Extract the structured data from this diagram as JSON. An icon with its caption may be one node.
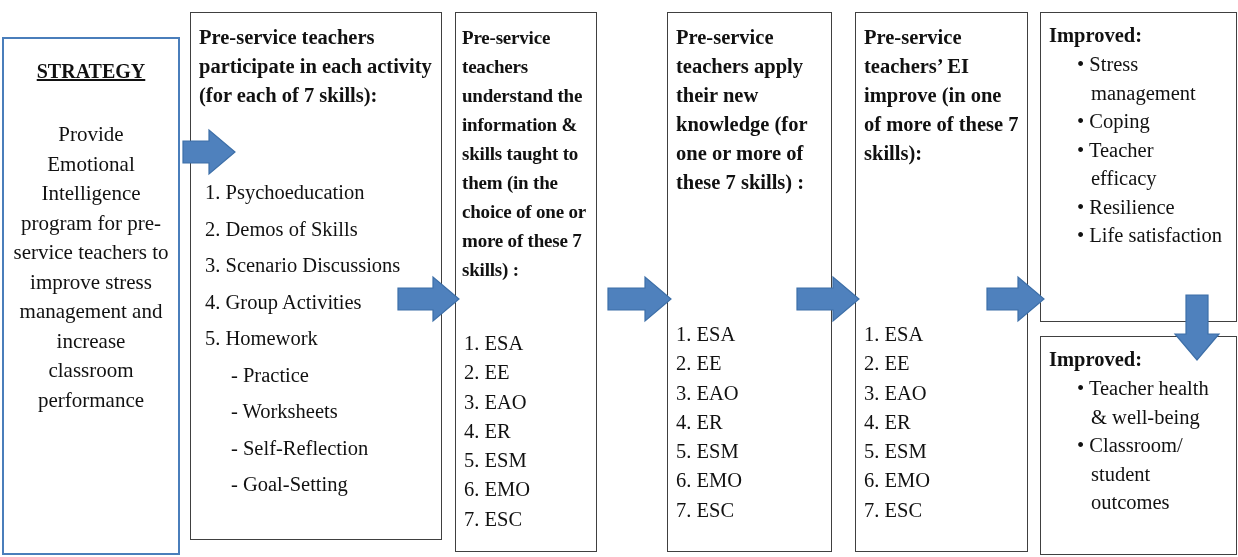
{
  "diagram": {
    "nodes": [
      {
        "text": [
          "STRATEGY",
          "Provide Emotional Intelligence program for pre-service teachers to improve stress management and increase classroom performance"
        ]
      },
      {
        "text": [
          "Pre-service teachers participate in each activity (for each of 7 skills):",
          "1. Psychoeducation",
          "2. Demos of Skills",
          "3. Scenario Discussions",
          "4. Group Activities",
          "5. Homework",
          "- Practice",
          "- Worksheets",
          "- Self-Reflection",
          "- Goal-Setting"
        ]
      },
      {
        "text": [
          "Pre-service teachers understand the information & skills taught to them (in the choice of one or more of these 7 skills) :",
          "1. ESA",
          "2. EE",
          "3. EAO",
          "4. ER",
          "5. ESM",
          "6. EMO",
          "7. ESC"
        ]
      },
      {
        "text": [
          "Pre-service teachers apply their new knowledge (for one or more of these 7 skills) :",
          "1. ESA",
          "2. EE",
          "3. EAO",
          "4. ER",
          "5. ESM",
          "6. EMO",
          "7. ESC"
        ]
      },
      {
        "text": [
          "Pre-service teachers’ EI improve (in one of more of these 7 skills):",
          "1. ESA",
          "2. EE",
          "3. EAO",
          "4. ER",
          "5. ESM",
          "6. EMO",
          "7. ESC"
        ]
      },
      {
        "text": [
          "Improved:",
          "• Stress management",
          "• Coping",
          "• Teacher efficacy",
          "• Resilience",
          "• Life satisfaction"
        ]
      },
      {
        "text": [
          "Improved:",
          "• Teacher health & well-being",
          "• Classroom/ student outcomes"
        ]
      }
    ],
    "edges": [
      {
        "from": 0,
        "to": 1,
        "arrow": "to"
      },
      {
        "from": 1,
        "to": 2,
        "arrow": "to"
      },
      {
        "from": 2,
        "to": 3,
        "arrow": "to"
      },
      {
        "from": 3,
        "to": 4,
        "arrow": "to"
      },
      {
        "from": 4,
        "to": 5,
        "arrow": "to"
      },
      {
        "from": 5,
        "to": 6,
        "arrow": "to"
      }
    ]
  }
}
